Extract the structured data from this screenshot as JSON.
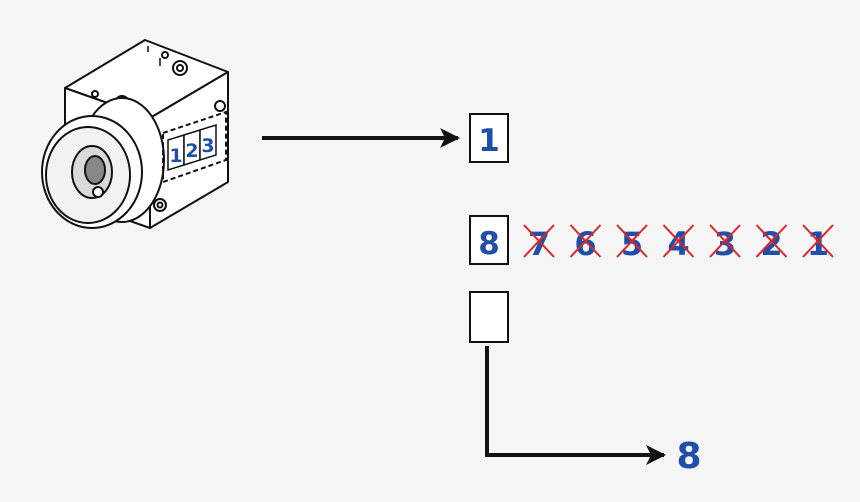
{
  "colors": {
    "background": "#f5f5f5",
    "ink": "#111111",
    "digit_blue": "#1f4fa8",
    "cross_red": "#d9262b"
  },
  "camera": {
    "icon": "industrial-camera-icon",
    "display_digits": [
      "1",
      "2",
      "3"
    ]
  },
  "display_first": {
    "value": "1"
  },
  "display_second": {
    "value": "8",
    "crossed_digits": [
      "7",
      "6",
      "5",
      "4",
      "3",
      "2",
      "1"
    ]
  },
  "display_third": {
    "value": ""
  },
  "result": {
    "value": "8"
  }
}
